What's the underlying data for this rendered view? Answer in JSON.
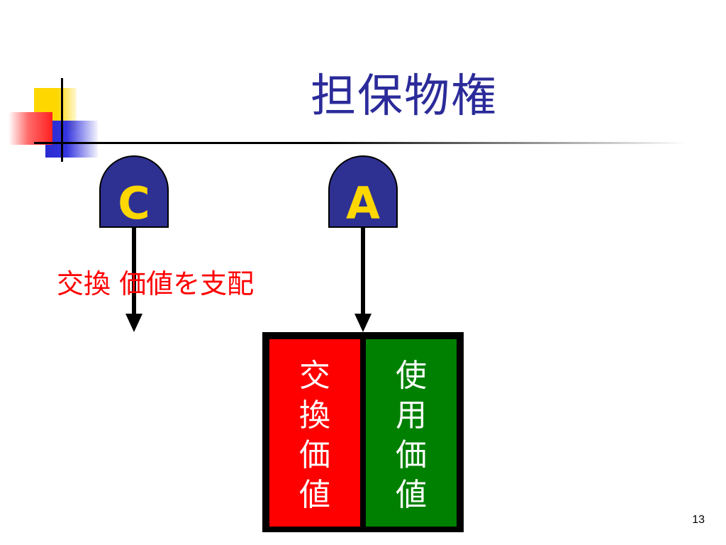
{
  "slide": {
    "title": "担保物権",
    "page_number": "13"
  },
  "diagram": {
    "nodes": [
      {
        "id": "C",
        "label": "C"
      },
      {
        "id": "A",
        "label": "A"
      }
    ],
    "edge_label": "交換 価値を支配",
    "box": {
      "left_chars": [
        "交",
        "換",
        "価",
        "値"
      ],
      "right_chars": [
        "使",
        "用",
        "価",
        "値"
      ]
    }
  },
  "colors": {
    "title": "#2b2b9a",
    "badge_fill": "#2e3192",
    "badge_text": "#ffd700",
    "label": "#ff0000",
    "box_left": "#ff0000",
    "box_right": "#008000"
  }
}
